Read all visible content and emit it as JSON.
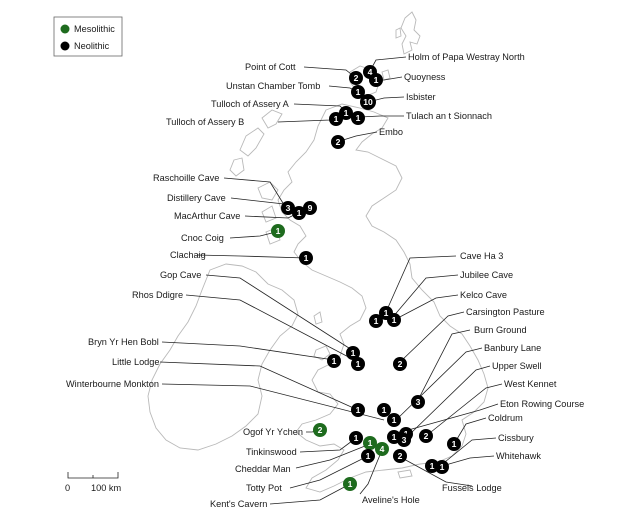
{
  "legend": {
    "items": [
      {
        "label": "Mesolithic",
        "color": "#1e6b1e"
      },
      {
        "label": "Neolithic",
        "color": "#000000"
      }
    ]
  },
  "scale": {
    "zero": "0",
    "distance": "100 km"
  },
  "sites": [
    {
      "name": "Point of Cott",
      "count": "2",
      "period": "Neolithic"
    },
    {
      "name": "Holm of Papa Westray North",
      "count": "4",
      "period": "Neolithic"
    },
    {
      "name": "Quoyness",
      "count": "1",
      "period": "Neolithic"
    },
    {
      "name": "Unstan Chamber Tomb",
      "count": "1",
      "period": "Neolithic"
    },
    {
      "name": "Isbister",
      "count": "10",
      "period": "Neolithic"
    },
    {
      "name": "Tulloch of Assery A",
      "count": "1",
      "period": "Neolithic"
    },
    {
      "name": "Tulach an t Sionnach",
      "count": "1",
      "period": "Neolithic"
    },
    {
      "name": "Tulloch of Assery B",
      "count": "1",
      "period": "Neolithic"
    },
    {
      "name": "Embo",
      "count": "2",
      "period": "Neolithic"
    },
    {
      "name": "Raschoille Cave",
      "count": "3",
      "period": "Neolithic"
    },
    {
      "name": "Distillery Cave",
      "count": "9",
      "period": "Neolithic"
    },
    {
      "name": "MacArthur Cave",
      "count": "1",
      "period": "Neolithic"
    },
    {
      "name": "Cnoc Coig",
      "count": "1",
      "period": "Mesolithic"
    },
    {
      "name": "Clachaig",
      "count": "1",
      "period": "Neolithic"
    },
    {
      "name": "Cave Ha 3",
      "count": "1",
      "period": "Neolithic"
    },
    {
      "name": "Jubilee Cave",
      "count": "1",
      "period": "Neolithic"
    },
    {
      "name": "Kelco Cave",
      "count": "1",
      "period": "Neolithic"
    },
    {
      "name": "Gop Cave",
      "count": "1",
      "period": "Neolithic"
    },
    {
      "name": "Carsington Pasture",
      "count": "2",
      "period": "Neolithic"
    },
    {
      "name": "Rhos Ddigre",
      "count": "1",
      "period": "Neolithic"
    },
    {
      "name": "Burn Ground",
      "count": "3",
      "period": "Neolithic"
    },
    {
      "name": "Bryn Yr Hen Bobl",
      "count": "1",
      "period": "Neolithic"
    },
    {
      "name": "Banbury Lane",
      "count": "1",
      "period": "Neolithic"
    },
    {
      "name": "Little Lodge",
      "count": "1",
      "period": "Neolithic"
    },
    {
      "name": "Upper Swell",
      "count": "1",
      "period": "Neolithic"
    },
    {
      "name": "Winterbourne Monkton",
      "count": "1",
      "period": "Neolithic"
    },
    {
      "name": "West Kennet",
      "count": "2",
      "period": "Neolithic"
    },
    {
      "name": "Eton Rowing Course",
      "count": "1",
      "period": "Neolithic"
    },
    {
      "name": "Ogof Yr Ychen",
      "count": "2",
      "period": "Mesolithic"
    },
    {
      "name": "Coldrum",
      "count": "1",
      "period": "Neolithic"
    },
    {
      "name": "Tinkinswood",
      "count": "1",
      "period": "Neolithic"
    },
    {
      "name": "Cheddar Man",
      "count": "1",
      "period": "Mesolithic"
    },
    {
      "name": "Aveline's Hole",
      "count": "4",
      "period": "Mesolithic"
    },
    {
      "name": "Cissbury",
      "count": "1",
      "period": "Neolithic"
    },
    {
      "name": "Whitehawk",
      "count": "1",
      "period": "Neolithic"
    },
    {
      "name": "Fussels Lodge",
      "count": "2",
      "period": "Neolithic"
    },
    {
      "name": "Totty Pot",
      "count": "1",
      "period": "Neolithic"
    },
    {
      "name": "Kent's Cavern",
      "count": "1",
      "period": "Mesolithic"
    },
    {
      "name": "",
      "count": "3",
      "period": "Neolithic"
    }
  ]
}
